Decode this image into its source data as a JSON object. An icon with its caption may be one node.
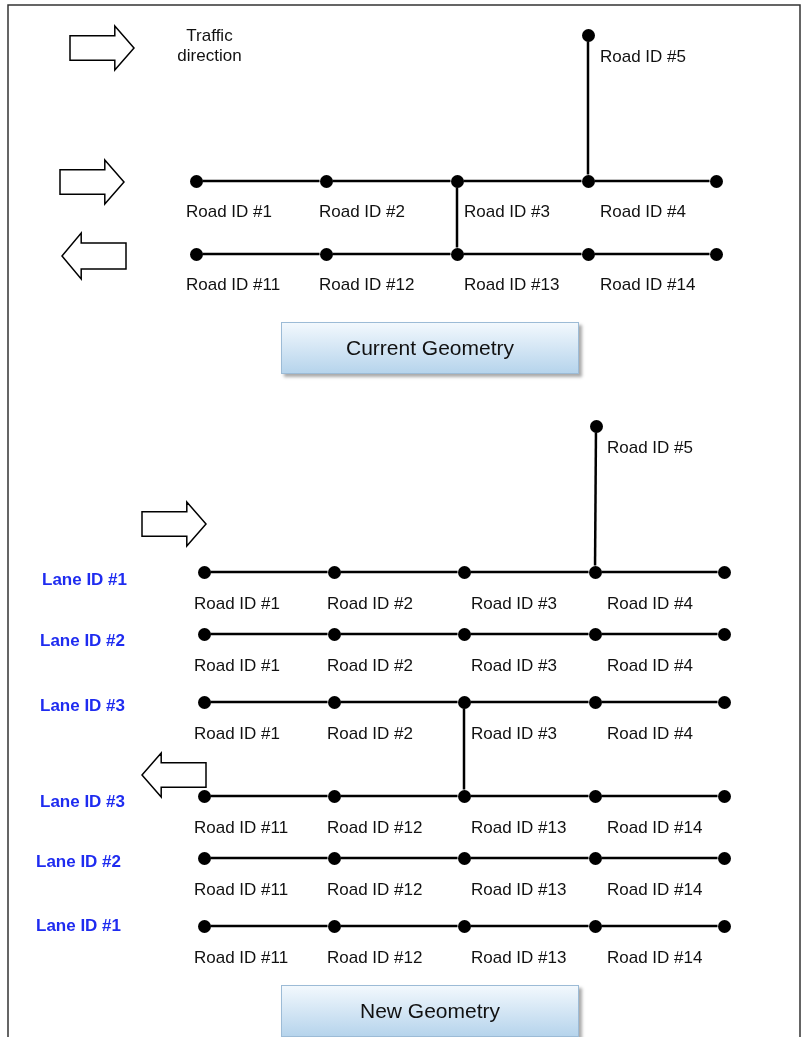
{
  "diagram": {
    "nodes": [
      {
        "text": [],
        "shape": "circle"
      },
      {
        "text": [],
        "shape": "circle"
      },
      {
        "text": [],
        "shape": "circle"
      },
      {
        "text": [],
        "shape": "circle"
      },
      {
        "text": [],
        "shape": "circle"
      },
      {
        "text": [],
        "shape": "circle"
      },
      {
        "text": [],
        "shape": "circle"
      },
      {
        "text": [],
        "shape": "circle"
      },
      {
        "text": [],
        "shape": "circle"
      },
      {
        "text": [],
        "shape": "circle"
      },
      {
        "text": [],
        "shape": "circle"
      },
      {
        "text": [
          "Current Geometry"
        ]
      },
      {
        "text": [],
        "shape": "circle"
      },
      {
        "text": [],
        "shape": "circle"
      },
      {
        "text": [],
        "shape": "circle"
      },
      {
        "text": [],
        "shape": "circle"
      },
      {
        "text": [],
        "shape": "circle"
      },
      {
        "text": [],
        "shape": "circle"
      },
      {
        "text": [],
        "shape": "circle"
      },
      {
        "text": [],
        "shape": "circle"
      },
      {
        "text": [],
        "shape": "circle"
      },
      {
        "text": [],
        "shape": "circle"
      },
      {
        "text": [],
        "shape": "circle"
      },
      {
        "text": [],
        "shape": "circle"
      },
      {
        "text": [],
        "shape": "circle"
      },
      {
        "text": [],
        "shape": "circle"
      },
      {
        "text": [],
        "shape": "circle"
      },
      {
        "text": [],
        "shape": "circle"
      },
      {
        "text": [],
        "shape": "circle"
      },
      {
        "text": [],
        "shape": "circle"
      },
      {
        "text": [],
        "shape": "circle"
      },
      {
        "text": [],
        "shape": "circle"
      },
      {
        "text": [],
        "shape": "circle"
      },
      {
        "text": [],
        "shape": "circle"
      },
      {
        "text": [],
        "shape": "circle"
      },
      {
        "text": [],
        "shape": "circle"
      },
      {
        "text": [],
        "shape": "circle"
      },
      {
        "text": [],
        "shape": "circle"
      },
      {
        "text": [],
        "shape": "circle"
      },
      {
        "text": [],
        "shape": "circle"
      },
      {
        "text": [],
        "shape": "circle"
      },
      {
        "text": [],
        "shape": "circle"
      },
      {
        "text": [],
        "shape": "circle"
      },
      {
        "text": [
          "New Geometry"
        ]
      }
    ],
    "edges": [
      {
        "from": 0,
        "to": 4,
        "arrow": "none"
      },
      {
        "from": 1,
        "to": 2,
        "arrow": "none"
      },
      {
        "from": 2,
        "to": 3,
        "arrow": "none"
      },
      {
        "from": 3,
        "to": 4,
        "arrow": "none"
      },
      {
        "from": 4,
        "to": 5,
        "arrow": "none"
      },
      {
        "from": 3,
        "to": 8,
        "arrow": "none"
      },
      {
        "from": 6,
        "to": 7,
        "arrow": "none"
      },
      {
        "from": 7,
        "to": 8,
        "arrow": "none"
      },
      {
        "from": 8,
        "to": 9,
        "arrow": "none"
      },
      {
        "from": 9,
        "to": 10,
        "arrow": "none"
      },
      {
        "from": 12,
        "to": 16,
        "arrow": "none"
      },
      {
        "from": 13,
        "to": 14,
        "arrow": "none"
      },
      {
        "from": 14,
        "to": 15,
        "arrow": "none"
      },
      {
        "from": 15,
        "to": 16,
        "arrow": "none"
      },
      {
        "from": 16,
        "to": 17,
        "arrow": "none"
      },
      {
        "from": 18,
        "to": 19,
        "arrow": "none"
      },
      {
        "from": 19,
        "to": 20,
        "arrow": "none"
      },
      {
        "from": 20,
        "to": 21,
        "arrow": "none"
      },
      {
        "from": 21,
        "to": 22,
        "arrow": "none"
      },
      {
        "from": 23,
        "to": 24,
        "arrow": "none"
      },
      {
        "from": 24,
        "to": 25,
        "arrow": "none"
      },
      {
        "from": 25,
        "to": 26,
        "arrow": "none"
      },
      {
        "from": 26,
        "to": 27,
        "arrow": "none"
      },
      {
        "from": 25,
        "to": 30,
        "arrow": "none"
      },
      {
        "from": 28,
        "to": 29,
        "arrow": "none"
      },
      {
        "from": 29,
        "to": 30,
        "arrow": "none"
      },
      {
        "from": 30,
        "to": 31,
        "arrow": "none"
      },
      {
        "from": 31,
        "to": 32,
        "arrow": "none"
      },
      {
        "from": 33,
        "to": 34,
        "arrow": "none"
      },
      {
        "from": 34,
        "to": 35,
        "arrow": "none"
      },
      {
        "from": 35,
        "to": 36,
        "arrow": "none"
      },
      {
        "from": 36,
        "to": 37,
        "arrow": "none"
      },
      {
        "from": 38,
        "to": 39,
        "arrow": "none"
      },
      {
        "from": 39,
        "to": 40,
        "arrow": "none"
      },
      {
        "from": 40,
        "to": 41,
        "arrow": "none"
      },
      {
        "from": 41,
        "to": 42,
        "arrow": "none"
      }
    ],
    "labels": [
      "Traffic direction",
      "Road ID #5",
      "Road ID #1",
      "Road ID #2",
      "Road ID #3",
      "Road ID #4",
      "Road ID #11",
      "Road ID #12",
      "Road ID #13",
      "Road ID #14",
      "Road ID #5",
      "Lane ID #1",
      "Road ID #1",
      "Road ID #2",
      "Road ID #3",
      "Road ID #4",
      "Lane ID #2",
      "Road ID #1",
      "Road ID #2",
      "Road ID #3",
      "Road ID #4",
      "Lane ID #3",
      "Road ID #1",
      "Road ID #2",
      "Road ID #3",
      "Road ID #4",
      "Lane ID #3",
      "Road ID #11",
      "Road ID #12",
      "Road ID #13",
      "Road ID #14",
      "Lane ID #2",
      "Road ID #11",
      "Road ID #12",
      "Road ID #13",
      "Road ID #14",
      "Lane ID #1",
      "Road ID #11",
      "Road ID #12",
      "Road ID #13",
      "Road ID #14"
    ]
  }
}
